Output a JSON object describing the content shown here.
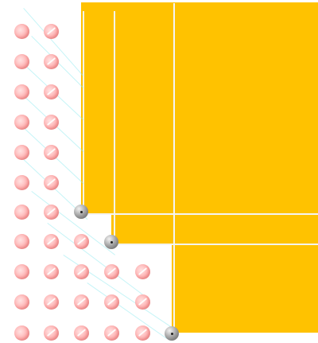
{
  "scene": {
    "background_color": "#ffffff",
    "block_color": "#ffc200",
    "rail_color": "#f4f4f4",
    "peg_color": "#ffb3b3",
    "trail_color": "#9fe8ee",
    "ball_color": "#9a9a9a"
  },
  "pegs": {
    "rows": 11,
    "row_counts": [
      2,
      2,
      2,
      2,
      2,
      2,
      2,
      3,
      5,
      5,
      5
    ],
    "icon": "peg-icon"
  },
  "balls": {
    "count": 3,
    "icon": "steel-ball-icon"
  },
  "blocks": {
    "count": 3,
    "icon": "yellow-block"
  }
}
